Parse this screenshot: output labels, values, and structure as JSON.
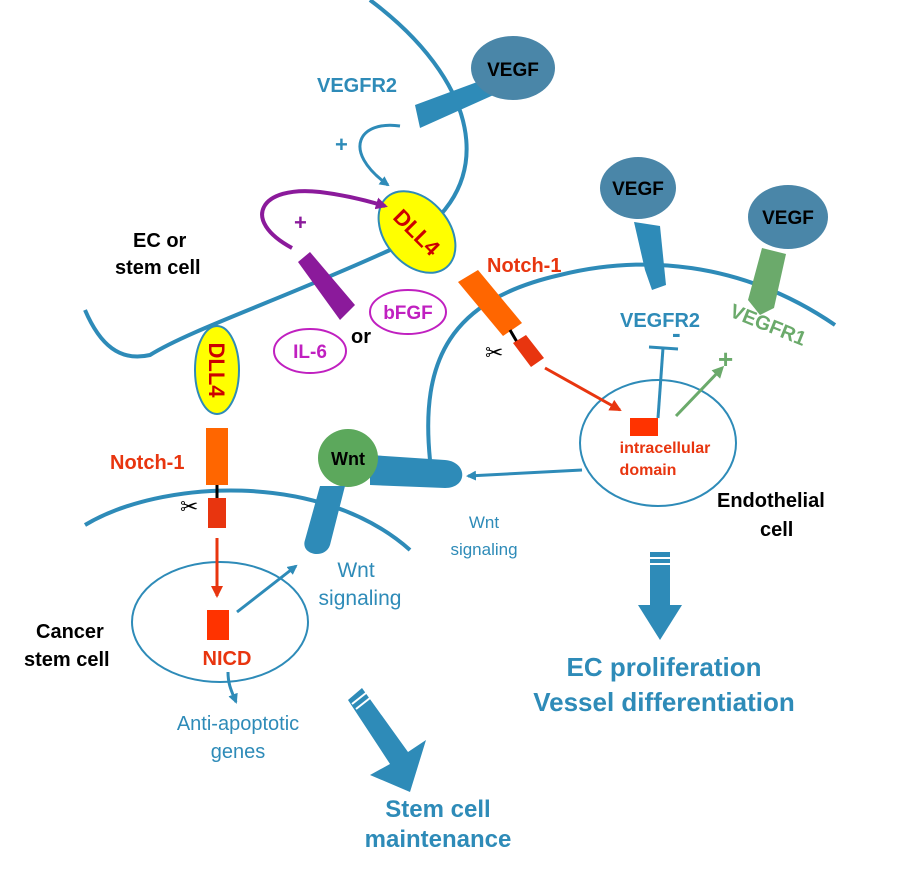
{
  "labels": {
    "vegfr2_top": "VEGFR2",
    "vegf_top": "VEGF",
    "plus_vegfr2": "+",
    "plus_purple": "+",
    "dll4_top": "DLL4",
    "ec_or_stem_line1": "EC or",
    "ec_or_stem_line2": "stem cell",
    "notch1_top": "Notch-1",
    "bfgf": "bFGF",
    "or": "or",
    "il6": "IL-6",
    "dll4_left": "DLL4",
    "notch1_left": "Notch-1",
    "vegf_mid": "VEGF",
    "vegf_right": "VEGF",
    "vegfr2_right": "VEGFR2",
    "minus": "-",
    "vegfr1": "VEGFR1",
    "plus_green": "+",
    "intracellular_line1": "intracellular",
    "intracellular_line2": "domain",
    "endothelial_line1": "Endothelial",
    "endothelial_line2": "cell",
    "wnt_ligand": "Wnt",
    "wnt_sig_right_line1": "Wnt",
    "wnt_sig_right_line2": "signaling",
    "wnt_sig_left_line1": "Wnt",
    "wnt_sig_left_line2": "signaling",
    "cancer_line1": "Cancer",
    "cancer_line2": "stem cell",
    "nicd": "NICD",
    "anti_line1": "Anti-apoptotic",
    "anti_line2": "genes",
    "stem_maint_line1": "Stem cell",
    "stem_maint_line2": "maintenance",
    "ec_prolif_line1": "EC proliferation",
    "ec_prolif_line2": "Vessel differentiation"
  },
  "colors": {
    "blue": "#2E8BB8",
    "vegf_fill": "#4A86A8",
    "orange": "#FF6600",
    "red": "#E8350F",
    "purple": "#8B1A9B",
    "magenta": "#C020C0",
    "green": "#6BAA6B",
    "wnt_green": "#5CA85C",
    "yellow": "#FFFF00",
    "dll4_text": "#CC0000"
  }
}
